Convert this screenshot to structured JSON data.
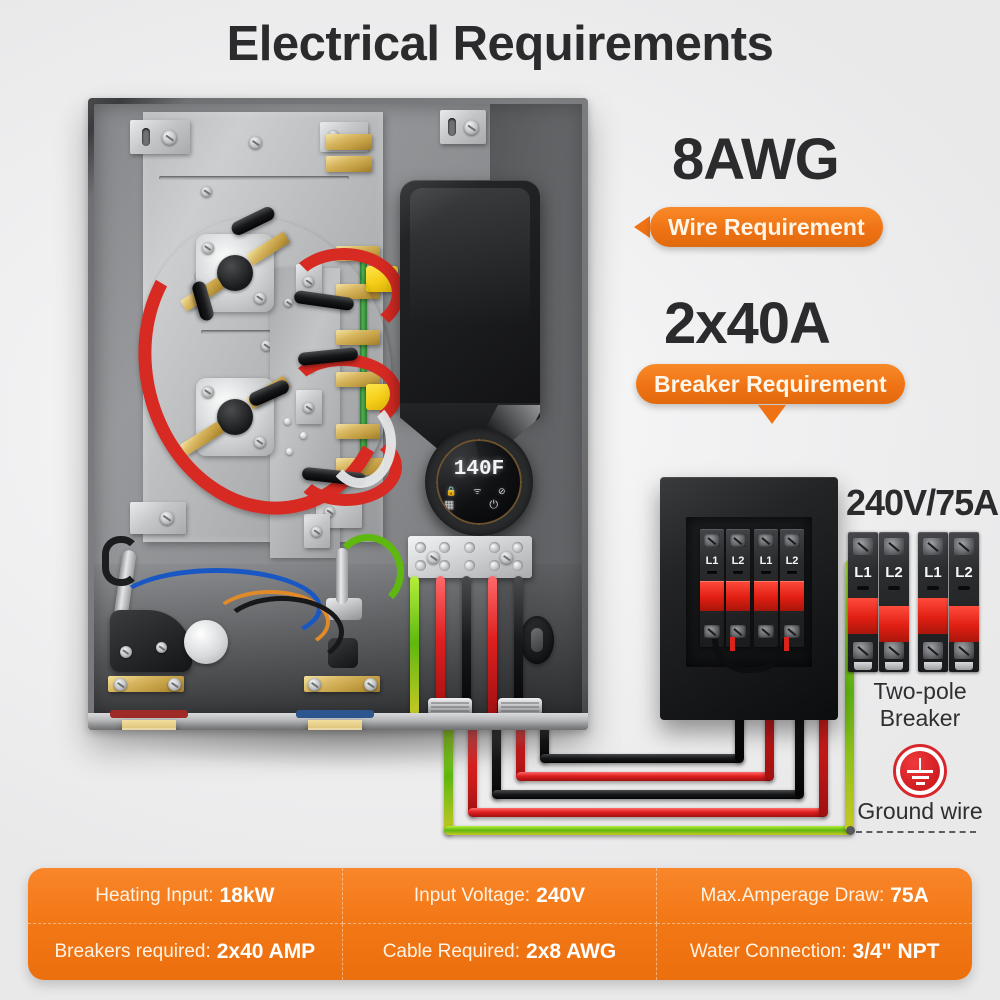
{
  "page": {
    "title": "Electrical Requirements",
    "accent_orange": "#ef7315",
    "accent_red": "#cf1d21",
    "text_dark": "#2b2b2d",
    "background": "#f4f4f5"
  },
  "callouts": {
    "wire": {
      "value": "8AWG",
      "label": "Wire Requirement",
      "arrow": "left-arrow-icon"
    },
    "breaker": {
      "value": "2x40A",
      "label": "Breaker Requirement",
      "arrow": "down-arrow-icon"
    }
  },
  "breaker_panel": {
    "rating": "240V/75A",
    "caption_line1": "Two-pole",
    "caption_line2": "Breaker",
    "panel_pole_labels": [
      "L1",
      "L2",
      "L1",
      "L2"
    ],
    "detail_pole_labels": [
      "L1",
      "L2",
      "L1",
      "L2"
    ]
  },
  "ground": {
    "icon": "ground-symbol-icon",
    "label": "Ground wire"
  },
  "display": {
    "temperature": "140F",
    "status_icons_row1": [
      "lock-icon",
      "wifi-icon",
      "leaf-icon"
    ],
    "status_icons_row2": [
      "grid-icon",
      "power-icon"
    ],
    "row1_glyphs": "🔒 ᯤ ⊘",
    "row2_glyphs": "▦ ⏻"
  },
  "specs": {
    "rows": [
      [
        {
          "label": "Heating Input:",
          "value": "18kW"
        },
        {
          "label": "Input Voltage:",
          "value": "240V"
        },
        {
          "label": "Max.Amperage Draw:",
          "value": "75A"
        }
      ],
      [
        {
          "label": "Breakers required:",
          "value": "2x40 AMP"
        },
        {
          "label": "Cable Required:",
          "value": "2x8 AWG"
        },
        {
          "label": "Water Connection:",
          "value": "3/4\" NPT"
        }
      ]
    ]
  },
  "heater": {
    "name": "tankless-water-heater",
    "water_ports": [
      {
        "name": "hot-water-port",
        "ring_color": "#b5302f"
      },
      {
        "name": "cold-water-port",
        "ring_color": "#2f5fa8"
      }
    ],
    "cable_glands": 2,
    "wire_colors": {
      "line_red": "#e02020",
      "neutral_black": "#17181a",
      "ground_green": "#5fb80f"
    }
  }
}
